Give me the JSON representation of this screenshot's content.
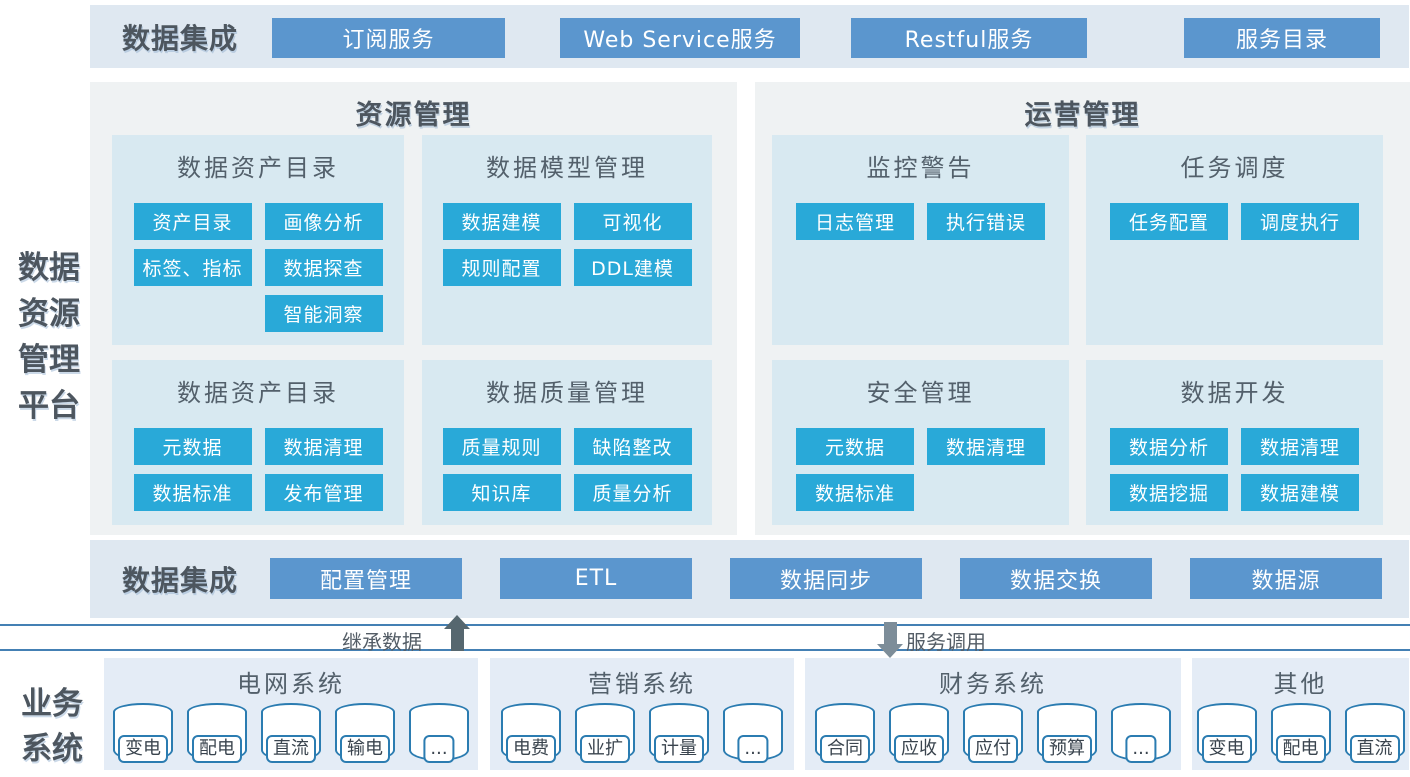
{
  "platform": {
    "lines": [
      "数据",
      "资源",
      "管理",
      "平台"
    ]
  },
  "top_bar": {
    "label": "数据集成",
    "buttons": [
      "订阅服务",
      "Web Service服务",
      "Restful服务",
      "服务目录"
    ]
  },
  "sections": [
    {
      "title": "资源管理",
      "panels": [
        {
          "title": "数据资产目录",
          "rows": [
            [
              "资产目录",
              "画像分析"
            ],
            [
              "标签、指标",
              "数据探查"
            ],
            [
              null,
              "智能洞察"
            ]
          ]
        },
        {
          "title": "数据模型管理",
          "rows": [
            [
              "数据建模",
              "可视化"
            ],
            [
              "规则配置",
              "DDL建模"
            ]
          ]
        },
        {
          "title": "数据资产目录",
          "rows": [
            [
              "元数据",
              "数据清理"
            ],
            [
              "数据标准",
              "发布管理"
            ]
          ]
        },
        {
          "title": "数据质量管理",
          "rows": [
            [
              "质量规则",
              "缺陷整改"
            ],
            [
              "知识库",
              "质量分析"
            ]
          ]
        }
      ]
    },
    {
      "title": "运营管理",
      "panels": [
        {
          "title": "监控警告",
          "rows": [
            [
              "日志管理",
              "执行错误"
            ]
          ]
        },
        {
          "title": "任务调度",
          "rows": [
            [
              "任务配置",
              "调度执行"
            ]
          ]
        },
        {
          "title": "安全管理",
          "rows": [
            [
              "元数据",
              "数据清理"
            ],
            [
              "数据标准",
              null
            ]
          ]
        },
        {
          "title": "数据开发",
          "rows": [
            [
              "数据分析",
              "数据清理"
            ],
            [
              "数据挖掘",
              "数据建模"
            ]
          ]
        }
      ]
    }
  ],
  "bottom_bar": {
    "label": "数据集成",
    "buttons": [
      "配置管理",
      "ETL",
      "数据同步",
      "数据交换",
      "数据源"
    ]
  },
  "divider": {
    "up_label": "继承数据",
    "down_label": "服务调用"
  },
  "business": {
    "label_lines": [
      "业务",
      "系统"
    ],
    "groups": [
      {
        "title": "电网系统",
        "items": [
          "变电",
          "配电",
          "直流",
          "输电",
          "..."
        ]
      },
      {
        "title": "营销系统",
        "items": [
          "电费",
          "业扩",
          "计量",
          "..."
        ]
      },
      {
        "title": "财务系统",
        "items": [
          "合同",
          "应收",
          "应付",
          "预算",
          "..."
        ]
      },
      {
        "title": "其他",
        "items": [
          "变电",
          "配电",
          "直流"
        ]
      }
    ]
  },
  "colors": {
    "steel_blue_button": "#5b96ce",
    "cyan_button": "#29a9d8",
    "bar_background": "#dfe8f1",
    "section_background": "#eff2f3",
    "panel_background": "#d8e9f1",
    "group_background": "#e4ecf6",
    "divider_line": "#4480b4",
    "cylinder_outline": "#2b7cb1",
    "up_arrow": "#56676f",
    "down_arrow": "#7d8d99",
    "text": "#4d565f"
  }
}
